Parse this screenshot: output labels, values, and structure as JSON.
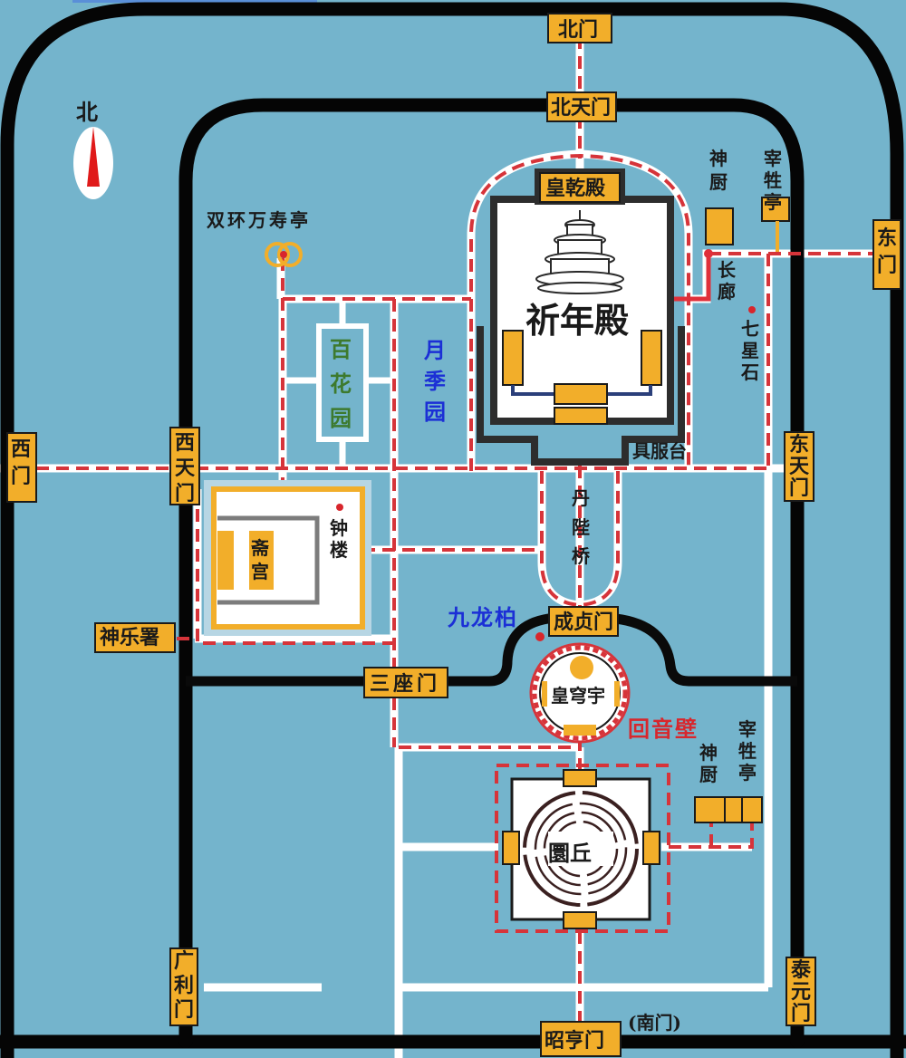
{
  "title": "天坛导览图",
  "compass": {
    "label": "北",
    "icon": "north-arrow-icon"
  },
  "colors": {
    "background": "#74b4cc",
    "wall": "#050505",
    "road": "#ffffff",
    "route": "#d6343a",
    "gate_fill": "#f2ae2a",
    "garden_green": "#3d7a2e",
    "garden_blue": "#1b2fd6",
    "echo_wall_red": "#d8262c"
  },
  "gates": {
    "north_gate": "北门",
    "north_heaven_gate": "北天门",
    "east_gate": "东门",
    "east_heaven_gate": "东天门",
    "west_gate": "西门",
    "west_heaven_gate": "西天门",
    "shenyue_office": "神乐署",
    "three_gates": "三座门",
    "chengzhen_gate": "成贞门",
    "guangli_gate": "广利门",
    "taiyuan_gate": "泰元门",
    "zhaoheng_gate": "昭亨门",
    "south_gate_note": "(南门)"
  },
  "landmarks": {
    "huangqian_hall": "皇乾殿",
    "qinian_hall": "祈年殿",
    "jufu_terrace": "具服台",
    "divine_kitchen_north": "神厨",
    "slaughter_pavilion_north": "宰牲亭",
    "long_corridor": "长廊",
    "seven_star_stones": "七星石",
    "double_ring_pavilion": "双环万寿亭",
    "hundred_flower_garden": "百花园",
    "rose_garden": "月季园",
    "fasting_palace": "斋宫",
    "bell_tower": "钟楼",
    "danbi_bridge": "丹陛桥",
    "nine_dragon_cypress": "九龙柏",
    "imperial_vault": "皇穹宇",
    "echo_wall": "回音壁",
    "divine_kitchen_south": "神厨",
    "slaughter_pavilion_south": "宰牲亭",
    "circular_mound": "圜丘"
  }
}
